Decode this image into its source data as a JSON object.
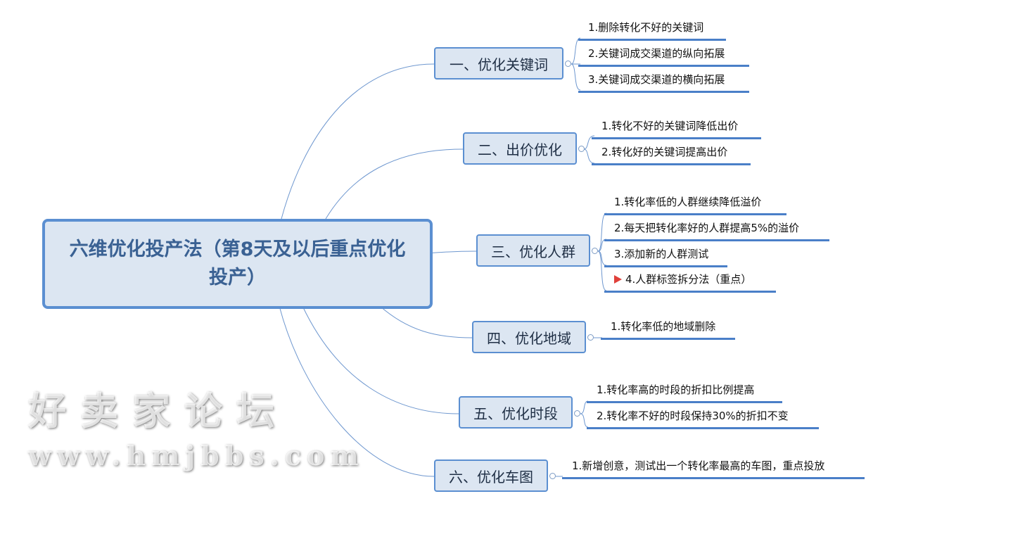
{
  "root": {
    "title": "六维优化投产法（第8天及以后重点优化投产）"
  },
  "branches": [
    {
      "label": "一、优化关键词",
      "leaves": [
        "1.删除转化不好的关键词",
        "2.关键词成交渠道的纵向拓展",
        "3.关键词成交渠道的横向拓展"
      ]
    },
    {
      "label": "二、出价优化",
      "leaves": [
        "1.转化不好的关键词降低出价",
        "2.转化好的关键词提高出价"
      ]
    },
    {
      "label": "三、优化人群",
      "leaves": [
        "1.转化率低的人群继续降低溢价",
        "2.每天把转化率好的人群提高5%的溢价",
        "3.添加新的人群测试",
        "4.人群标签拆分法（重点）"
      ]
    },
    {
      "label": "四、优化地域",
      "leaves": [
        "1.转化率低的地域删除"
      ]
    },
    {
      "label": "五、优化时段",
      "leaves": [
        "1.转化率高的时段的折扣比例提高",
        "2.转化率不好的时段保持30%的折扣不变"
      ]
    },
    {
      "label": "六、优化车图",
      "leaves": [
        "1.新增创意，测试出一个转化率最高的车图，重点投放"
      ]
    }
  ],
  "flag_icon": {
    "name": "flag-icon",
    "color": "#e0403a"
  },
  "watermark": {
    "line1": "好卖家论坛",
    "line2": "www.hmjbbs.com"
  }
}
